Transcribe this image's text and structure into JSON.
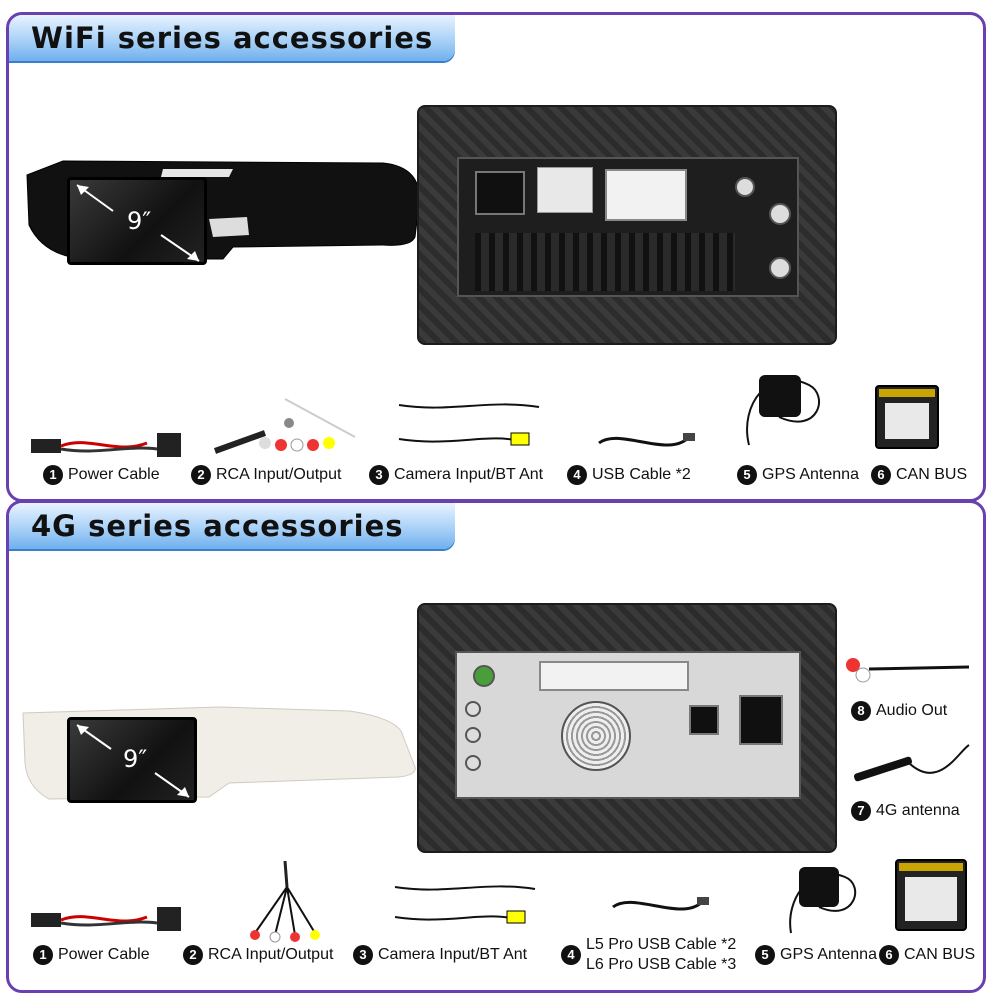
{
  "sections": {
    "wifi": {
      "title": "WiFi series accessories"
    },
    "g4": {
      "title": "4G series accessories"
    }
  },
  "screen_size": "9″",
  "wifi_items": [
    {
      "num": "1",
      "label": "Power Cable"
    },
    {
      "num": "2",
      "label": "RCA Input/Output"
    },
    {
      "num": "3",
      "label": "Camera Input/BT Ant"
    },
    {
      "num": "4",
      "label": "USB Cable *2"
    },
    {
      "num": "5",
      "label": "GPS Antenna"
    },
    {
      "num": "6",
      "label": "CAN BUS"
    }
  ],
  "g4_items": [
    {
      "num": "1",
      "label": "Power Cable"
    },
    {
      "num": "2",
      "label": "RCA Input/Output"
    },
    {
      "num": "3",
      "label": "Camera Input/BT Ant"
    },
    {
      "num": "4",
      "label1": "L5 Pro USB Cable *2",
      "label2": "L6 Pro USB Cable *3"
    },
    {
      "num": "5",
      "label": "GPS Antenna"
    },
    {
      "num": "6",
      "label": "CAN BUS"
    },
    {
      "num": "7",
      "label": "4G antenna"
    },
    {
      "num": "8",
      "label": "Audio Out"
    }
  ],
  "colors": {
    "frame": "#6a3fb0",
    "banner": "#a9d1f7"
  }
}
